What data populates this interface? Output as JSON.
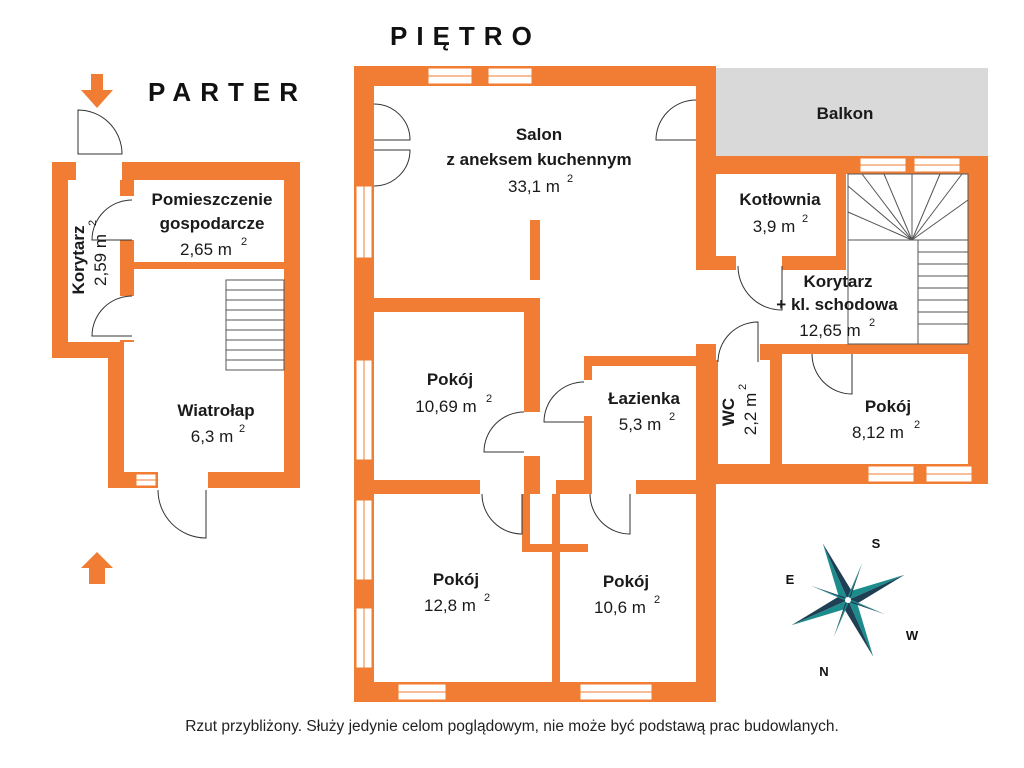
{
  "titles": {
    "upper": "PIĘTRO",
    "ground": "PARTER"
  },
  "rooms": {
    "korytarz_parter": {
      "name": "Korytarz",
      "area": "2,59 m",
      "sup": "2"
    },
    "pomieszczenie": {
      "name1": "Pomieszczenie",
      "name2": "gospodarcze",
      "area": "2,65 m",
      "sup": "2"
    },
    "wiatrolap": {
      "name": "Wiatrołap",
      "area": "6,3 m",
      "sup": "2"
    },
    "salon": {
      "name1": "Salon",
      "name2": "z aneksem kuchennym",
      "area": "33,1 m",
      "sup": "2"
    },
    "balkon": {
      "name": "Balkon"
    },
    "kotlownia": {
      "name": "Kotłownia",
      "area": "3,9 m",
      "sup": "2"
    },
    "korytarz_pietro": {
      "name1": "Korytarz",
      "name2": "+ kl. schodowa",
      "area": "12,65 m",
      "sup": "2"
    },
    "pokoj_1": {
      "name": "Pokój",
      "area": "10,69 m",
      "sup": "2"
    },
    "lazienka": {
      "name": "Łazienka",
      "area": "5,3 m",
      "sup": "2"
    },
    "wc": {
      "name": "WC",
      "area": "2,2 m",
      "sup": "2"
    },
    "pokoj_2": {
      "name": "Pokój",
      "area": "8,12 m",
      "sup": "2"
    },
    "pokoj_3": {
      "name": "Pokój",
      "area": "12,8 m",
      "sup": "2"
    },
    "pokoj_4": {
      "name": "Pokój",
      "area": "10,6 m",
      "sup": "2"
    }
  },
  "compass": {
    "s": "S",
    "e": "E",
    "w": "W",
    "n": "N"
  },
  "disclaimer": "Rzut przybliżony. Służy jedynie celom poglądowym, nie może być podstawą prac budowlanych.",
  "colors": {
    "wall": "#f07d33",
    "balcony": "#d9d9d9",
    "compass_dark": "#1f3f55",
    "compass_light": "#1c8c8c"
  }
}
